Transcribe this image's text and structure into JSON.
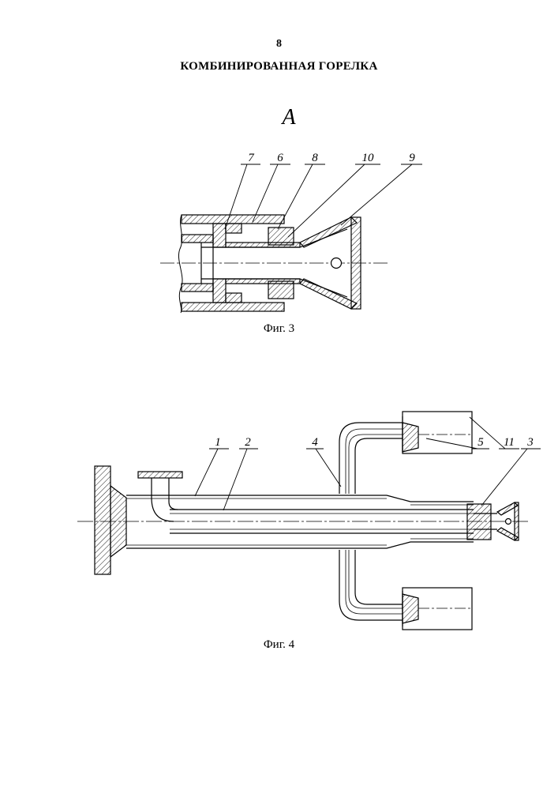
{
  "page": {
    "number": "8",
    "title": "КОМБИНИРОВАННАЯ ГОРЕЛКА"
  },
  "fig3": {
    "view_letter": "A",
    "caption": "Фиг. 3",
    "callouts": [
      "7",
      "6",
      "8",
      "10",
      "9"
    ]
  },
  "fig4": {
    "caption": "Фиг. 4",
    "callouts": [
      "1",
      "2",
      "4",
      "5",
      "11",
      "3"
    ]
  },
  "colors": {
    "line": "#000000",
    "background": "#ffffff"
  }
}
